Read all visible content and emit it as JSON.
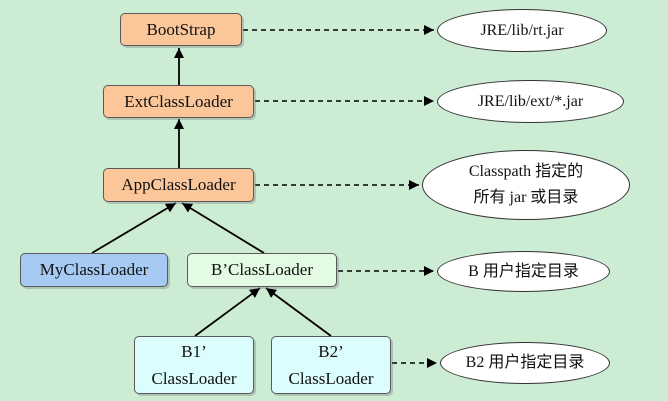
{
  "colors": {
    "background": "#cdecd4",
    "core_loader": "#fbc79a",
    "custom_loader": "#a6caf2",
    "b_loader": "#e2fbe2",
    "b_child_loader": "#dcfdfd"
  },
  "loaders": {
    "bootstrap": "BootStrap",
    "ext": "ExtClassLoader",
    "app": "AppClassLoader",
    "my": "MyClassLoader",
    "b": "B’ClassLoader",
    "b1": "B1’\nClassLoader",
    "b2": "B2’\nClassLoader"
  },
  "paths": {
    "bootstrap": "JRE/lib/rt.jar",
    "ext": "JRE/lib/ext/*.jar",
    "app": "Classpath 指定的\n所有 jar 或目录",
    "b": "B 用户指定目录",
    "b2": "B2 用户指定目录"
  }
}
